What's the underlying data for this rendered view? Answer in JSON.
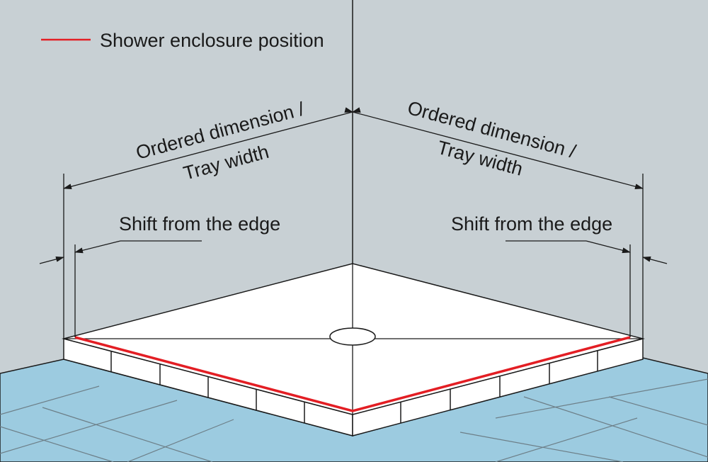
{
  "legend": {
    "label": "Shower enclosure position",
    "line_color": "#e31e24"
  },
  "labels": {
    "dimension_left_line1": "Ordered dimension /",
    "dimension_left_line2": "Tray width",
    "dimension_right_line1": "Ordered dimension /",
    "dimension_right_line2": "Tray width",
    "shift_left": "Shift from the edge",
    "shift_right": "Shift from the edge"
  },
  "colors": {
    "wall": "#c8d0d4",
    "floor": "#9ccbe0",
    "tray_top": "#ffffff",
    "tray_side": "#ffffff",
    "outline": "#1a1a1a",
    "enclosure": "#e31e24"
  }
}
